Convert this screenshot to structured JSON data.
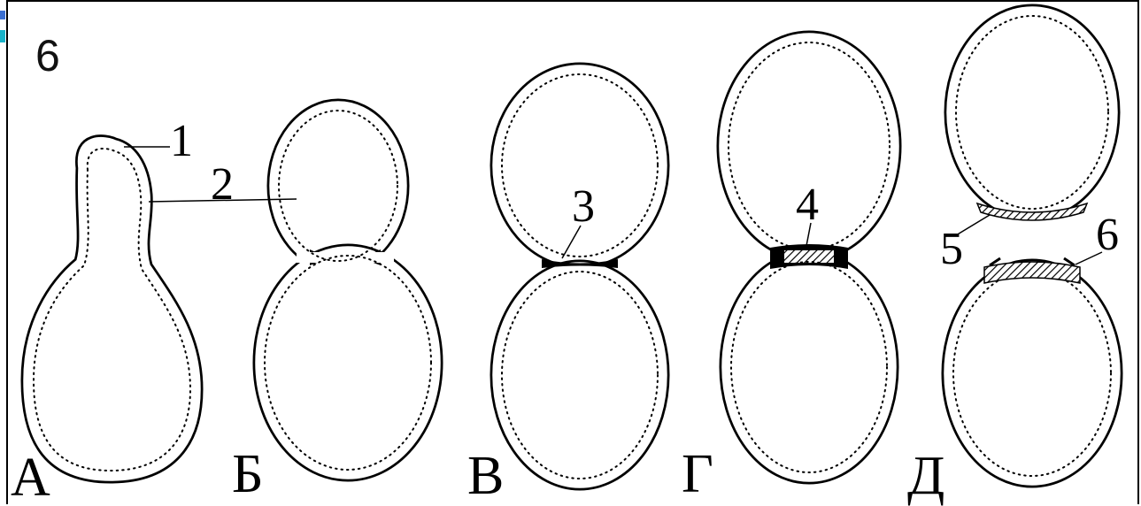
{
  "slide_number": "6",
  "stage_letters": [
    "А",
    "Б",
    "В",
    "Г",
    "Д"
  ],
  "part_numbers": [
    "1",
    "2",
    "3",
    "4",
    "5",
    "6"
  ]
}
